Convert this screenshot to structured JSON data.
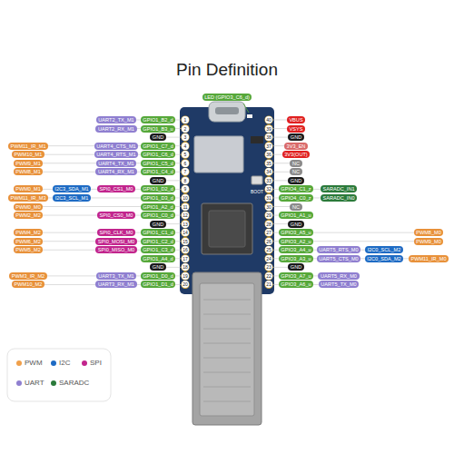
{
  "diagram": {
    "title": "Pin Definition",
    "labels": [
      "LED (GPIO3_C6_d)",
      "1",
      "GPIO1_B2_d",
      "UART2_TX_M1",
      "2",
      "GPIO1_B3_u",
      "UART2_RX_M1",
      "3",
      "GND",
      "4",
      "GPIO1_C7_d",
      "UART4_CTS_M1",
      "PWM11_IR_M1",
      "5",
      "GPIO1_C6_d",
      "UART4_RTS_M1",
      "PWM10_M1",
      "6",
      "GPIO1_C5_d",
      "UART4_TX_M1",
      "PWM9_M1",
      "7",
      "GPIO1_C4_d",
      "UART4_RX_M1",
      "PWM8_M1",
      "8",
      "GND",
      "9",
      "GPIO1_D2_d",
      "SPI0_CS1_M0",
      "I2C3_SDA_M1",
      "PWM0_M1",
      "10",
      "GPIO1_D3_d",
      "I2C3_SCL_M1",
      "PWM11_IR_M3",
      "11",
      "GPIO1_A2_d",
      "PWM0_M0",
      "12",
      "GPIO1_C0_d",
      "SPI0_CS0_M0",
      "PWM2_M2",
      "13",
      "GND",
      "14",
      "GPIO1_C1_d",
      "SPI0_CLK_M0",
      "PWM4_M2",
      "15",
      "GPIO1_C2_d",
      "SPI0_MOSI_M0",
      "PWM6_M2",
      "16",
      "GPIO1_C3_d",
      "SPI0_MISO_M0",
      "PWM5_M2",
      "17",
      "GPIO1_A4_d",
      "18",
      "GND",
      "19",
      "GPIO1_D0_d",
      "UART3_TX_M1",
      "PWM3_IR_M2",
      "20",
      "GPIO1_D1_d",
      "UART3_RX_M1",
      "PWM10_M2",
      "40",
      "VBUS",
      "39",
      "VSYS",
      "38",
      "GND",
      "37",
      "3V3_EN",
      "36",
      "3V3(OUT)",
      "35",
      "NC",
      "34",
      "NC",
      "33",
      "GND",
      "32",
      "GPIO4_C1_z",
      "SARADC_IN1",
      "31",
      "GPIO4_C0_z",
      "SARADC_IN0",
      "30",
      "NC",
      "29",
      "GPIO1_A1_u",
      "28",
      "GND",
      "27",
      "GPIO3_A5_u",
      "PWM8_M0",
      "26",
      "GPIO3_A2_u",
      "PWM9_M0",
      "25",
      "GPIO3_A4_u",
      "UART5_RTS_M0",
      "I2C0_SCL_M2",
      "24",
      "GPIO3_A3_u",
      "UART5_CTS_M0",
      "I2C0_SDA_M2",
      "PWM11_IR_M0",
      "23",
      "GND",
      "22",
      "GPIO3_A7_u",
      "UART5_RX_M0",
      "21",
      "GPIO3_A6_u",
      "UART5_TX_M0",
      "BOOT"
    ],
    "legend": [
      {
        "text": "PWM",
        "color": "#f0a04b"
      },
      {
        "text": "I2C",
        "color": "#1e6bc4"
      },
      {
        "text": "SPI",
        "color": "#c2258d"
      },
      {
        "text": "UART",
        "color": "#8f7fd0"
      },
      {
        "text": "SARADC",
        "color": "#2b7a3a"
      }
    ]
  }
}
